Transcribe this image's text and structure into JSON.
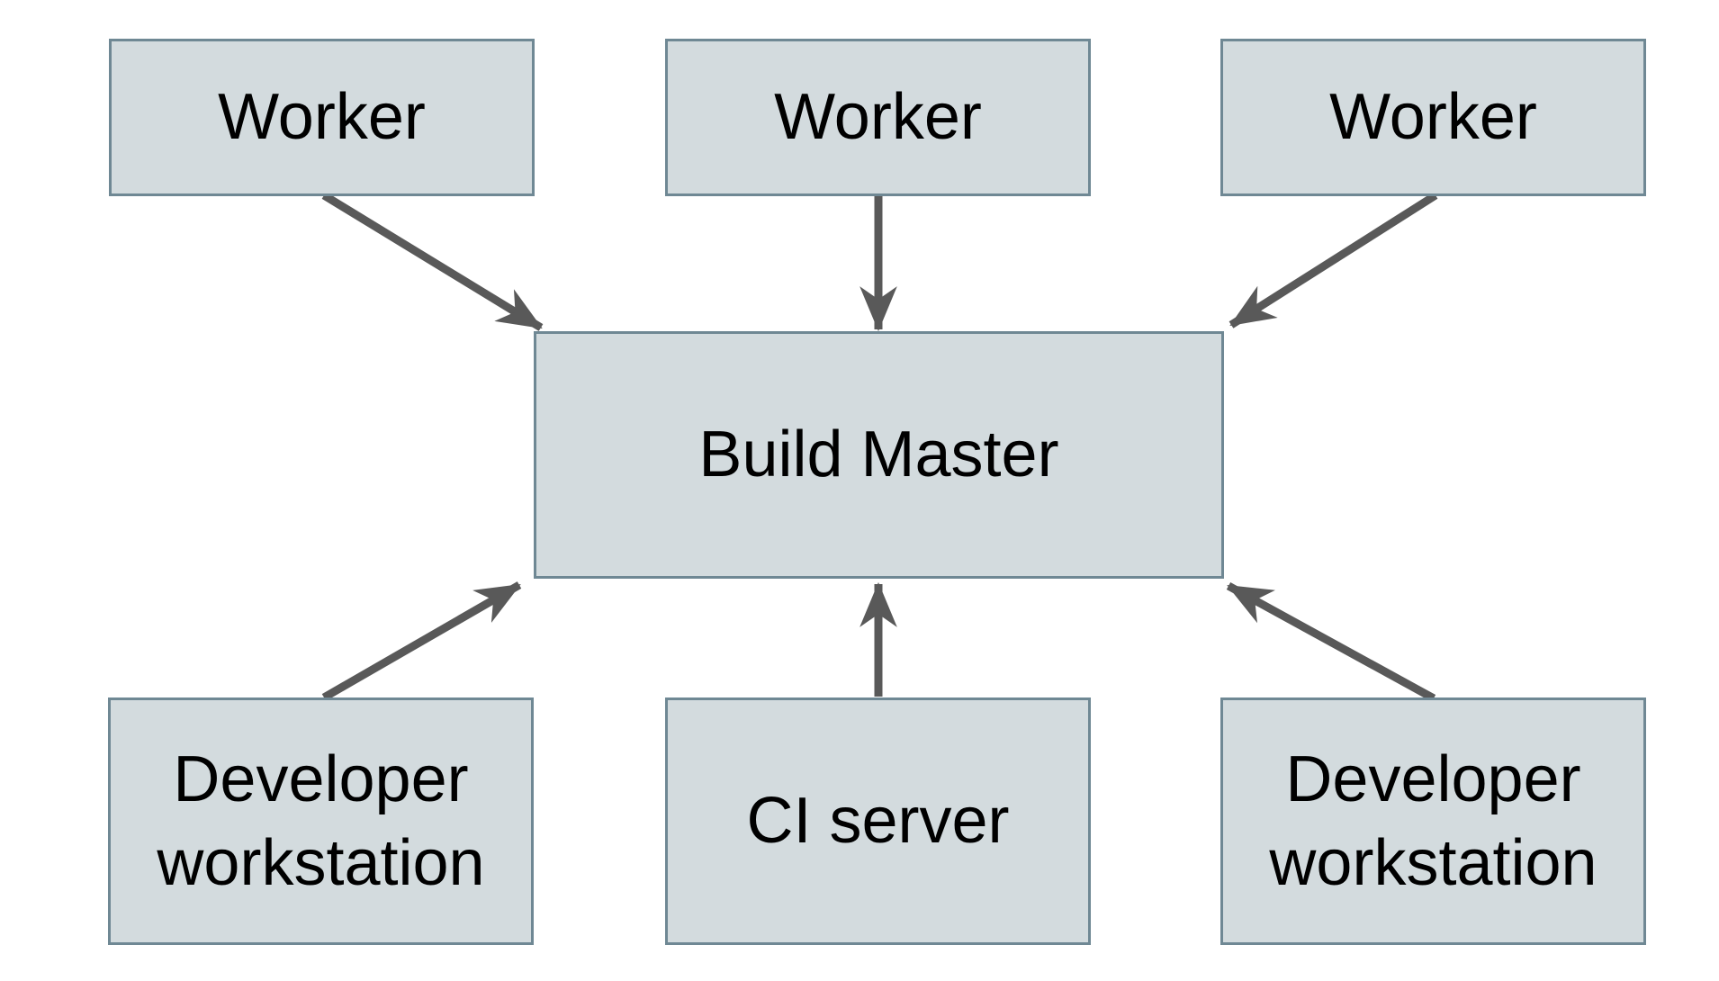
{
  "diagram": {
    "title": "",
    "colors": {
      "background": "#ffffff",
      "node_fill": "#d3dbde",
      "node_border": "#6f8894",
      "arrow": "#595959",
      "text": "#000000"
    },
    "nodes": {
      "worker1": {
        "label": "Worker"
      },
      "worker2": {
        "label": "Worker"
      },
      "worker3": {
        "label": "Worker"
      },
      "build_master": {
        "label": "Build Master"
      },
      "dev_left": {
        "label": "Developer workstation"
      },
      "ci_server": {
        "label": "CI server"
      },
      "dev_right": {
        "label": "Developer workstation"
      }
    },
    "edges": [
      {
        "from": "worker1",
        "to": "build_master"
      },
      {
        "from": "worker2",
        "to": "build_master"
      },
      {
        "from": "worker3",
        "to": "build_master"
      },
      {
        "from": "dev_left",
        "to": "build_master"
      },
      {
        "from": "ci_server",
        "to": "build_master"
      },
      {
        "from": "dev_right",
        "to": "build_master"
      }
    ]
  }
}
